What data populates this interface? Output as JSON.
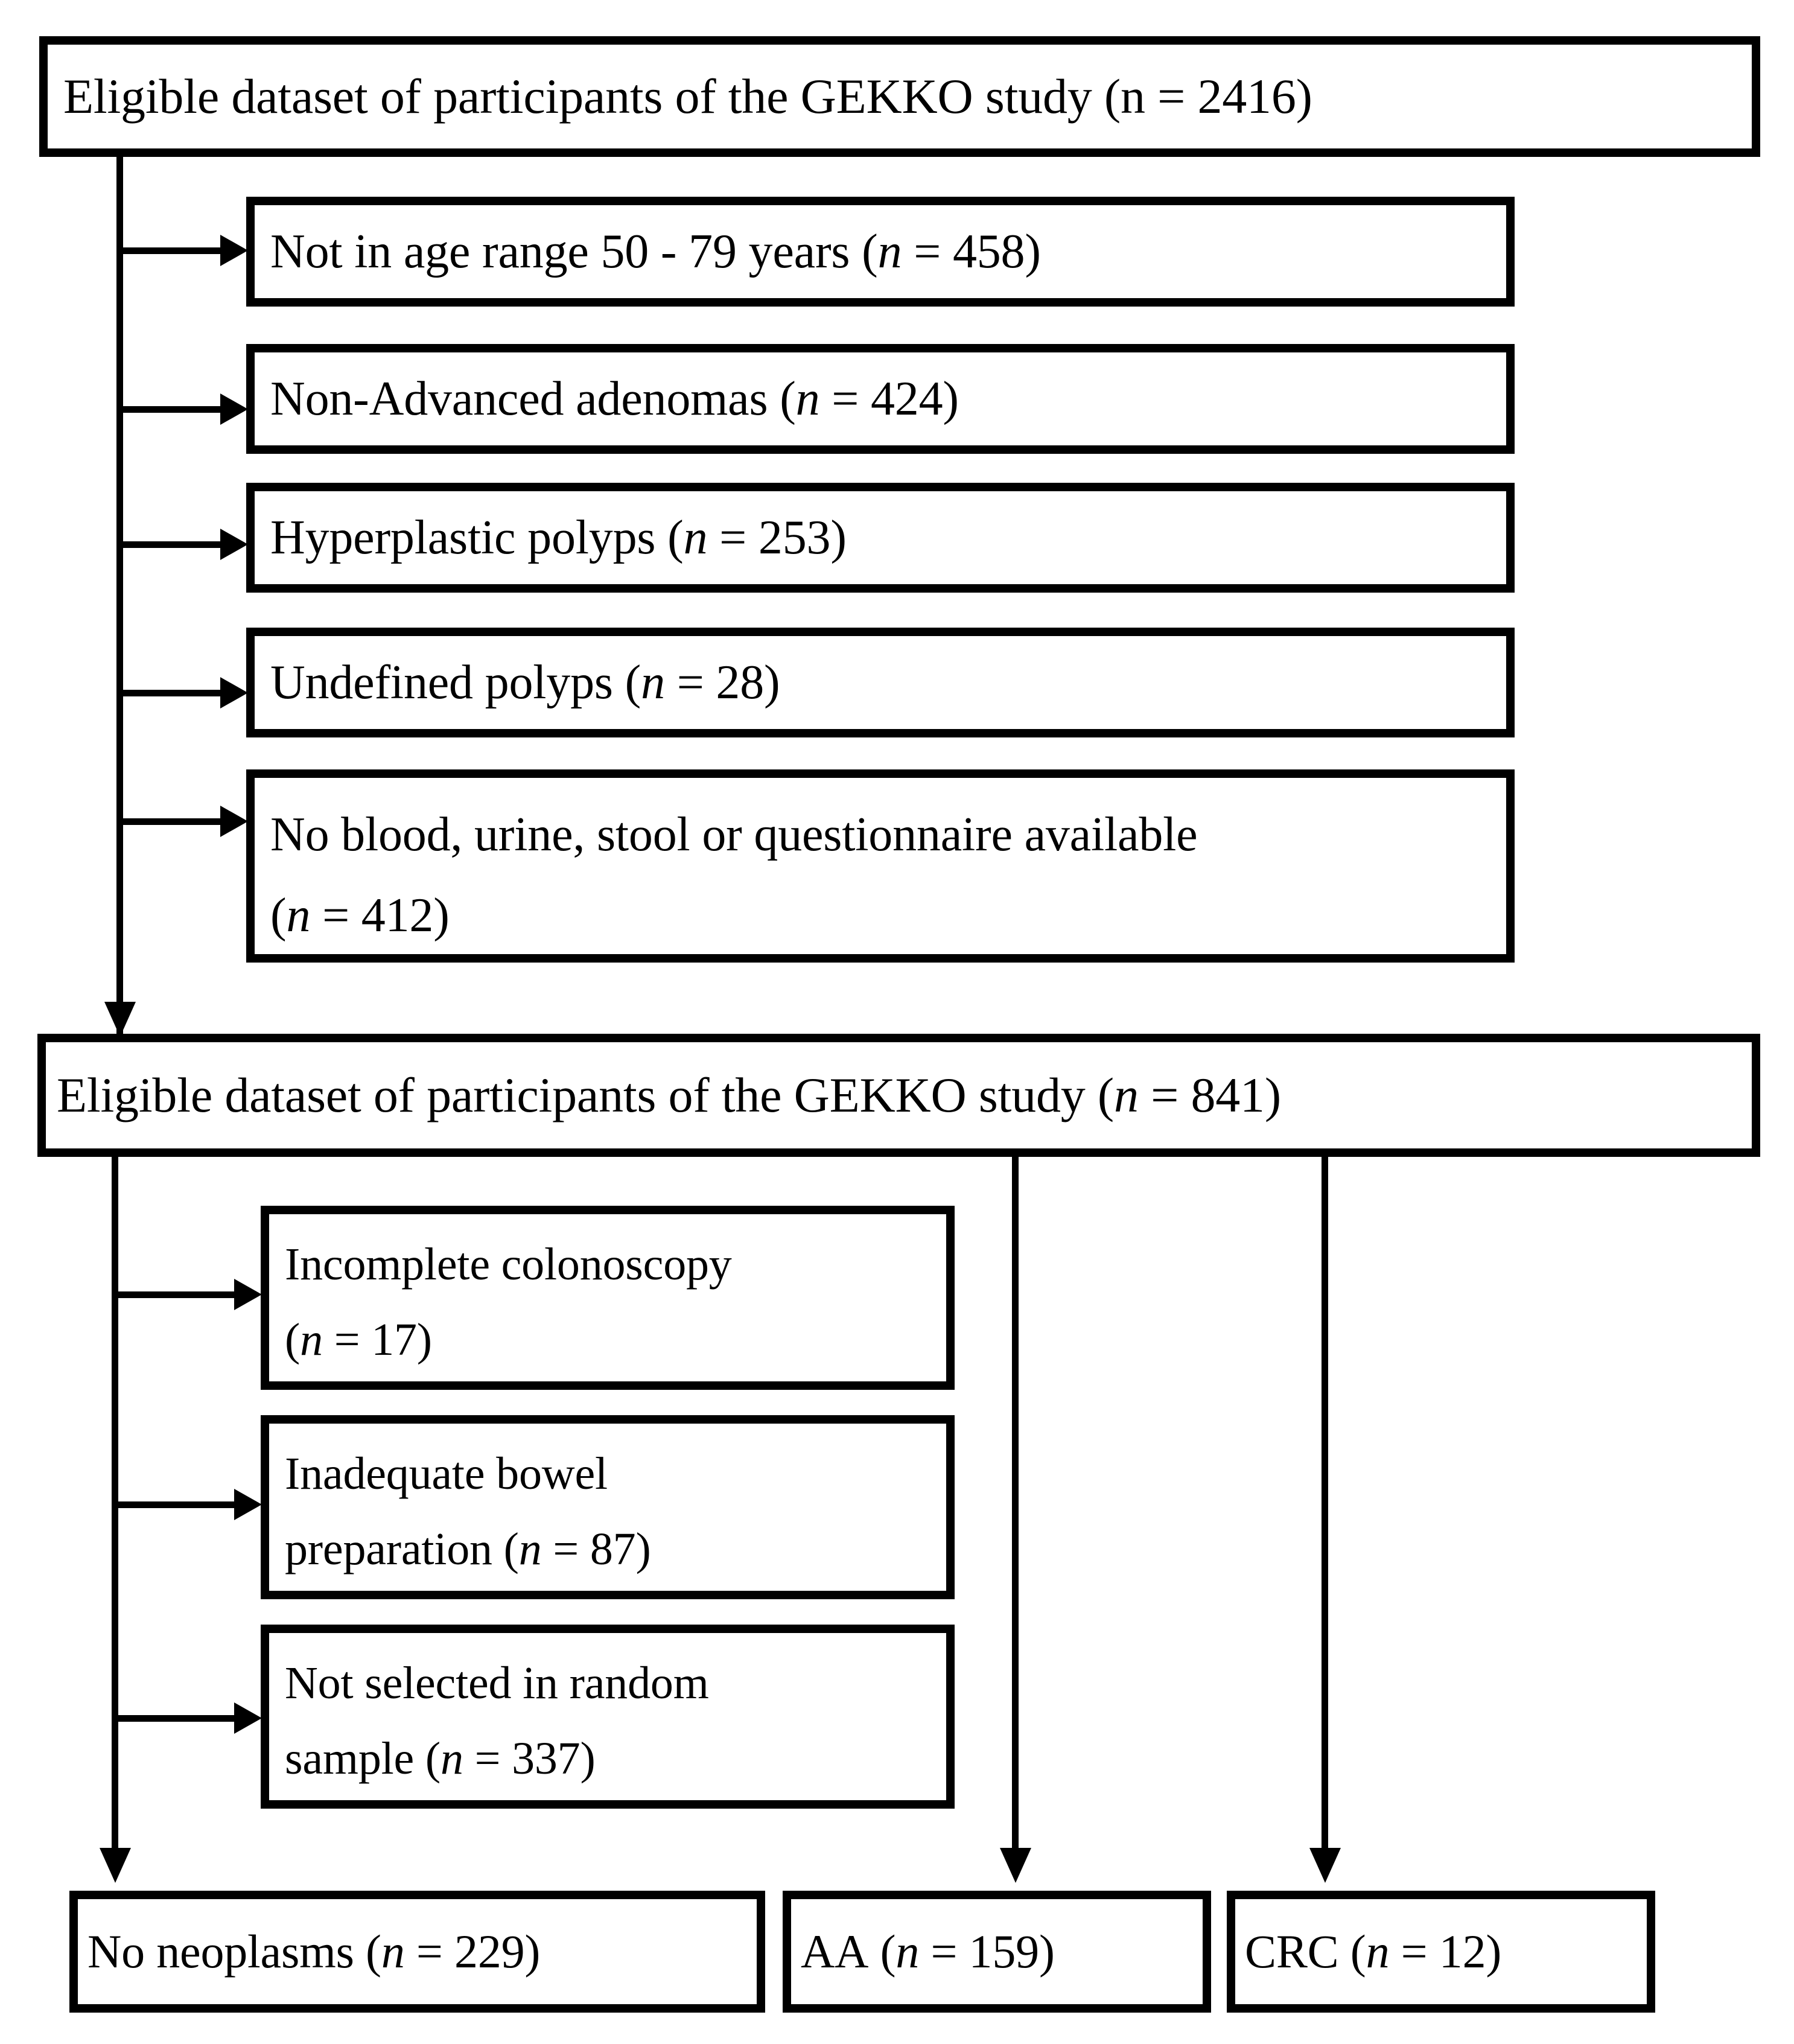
{
  "diagram": {
    "type": "flowchart",
    "title": "GEKKO study participant flow diagram",
    "colors": {
      "stroke": "#000000",
      "fill": "#ffffff",
      "text": "#000000"
    },
    "nodes": {
      "top": {
        "id": "eligible-top",
        "text_prefix": "Eligible dataset of participants of the GEKKO study (n = 2416)",
        "label": "Eligible dataset of participants of the GEKKO study",
        "n_label": "n",
        "n_value": "2416",
        "n_italic": false
      },
      "exclusions_1": [
        {
          "id": "not-in-age-range",
          "label": "Not in age range 50 - 79 years",
          "n_label": "n",
          "n_value": "458",
          "n_italic": true
        },
        {
          "id": "non-advanced-adenomas",
          "label": "Non-Advanced adenomas",
          "n_label": "n",
          "n_value": "424",
          "n_italic": true
        },
        {
          "id": "hyperplastic-polyps",
          "label": "Hyperplastic polyps",
          "n_label": "n",
          "n_value": "253",
          "n_italic": true
        },
        {
          "id": "undefined-polyps",
          "label": "Undefined polyps",
          "n_label": "n",
          "n_value": "28",
          "n_italic": true
        },
        {
          "id": "no-samples-available",
          "label": "No blood, urine, stool or questionnaire available",
          "label_line2": "",
          "n_label": "n",
          "n_value": "412",
          "n_italic": true
        }
      ],
      "middle": {
        "id": "eligible-middle",
        "label": "Eligible dataset of participants of the GEKKO study",
        "n_label": "n",
        "n_value": "841",
        "n_italic": true
      },
      "exclusions_2": [
        {
          "id": "incomplete-colonoscopy",
          "line1": "Incomplete colonoscopy",
          "line2_prefix": "(",
          "n_label": "n",
          "n_value": "17",
          "line2_suffix": ")",
          "n_italic": true
        },
        {
          "id": "inadequate-bowel-preparation",
          "line1": "Inadequate bowel",
          "line2_prefix": "preparation (",
          "n_label": "n",
          "n_value": "87",
          "line2_suffix": ")",
          "n_italic": true
        },
        {
          "id": "not-selected-random-sample",
          "line1": "Not selected in random",
          "line2_prefix": "sample (",
          "n_label": "n",
          "n_value": "337",
          "line2_suffix": ")",
          "n_italic": true
        }
      ],
      "outcomes": [
        {
          "id": "no-neoplasms",
          "label": "No neoplasms",
          "n_label": "n",
          "n_value": "229",
          "n_italic": true
        },
        {
          "id": "advanced-adenoma",
          "label": "AA",
          "n_label": "n",
          "n_value": "159",
          "n_italic": true
        },
        {
          "id": "colorectal-cancer",
          "label": "CRC",
          "n_label": "n",
          "n_value": "12",
          "n_italic": true
        }
      ]
    }
  }
}
